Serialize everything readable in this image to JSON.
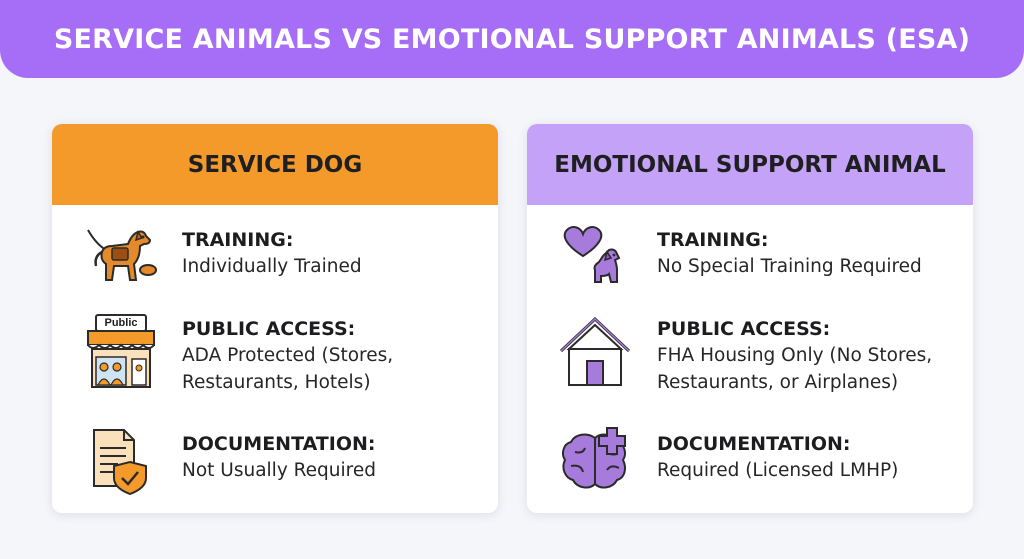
{
  "header": {
    "title": "SERVICE ANIMALS VS EMOTIONAL SUPPORT ANIMALS (ESA)"
  },
  "colors": {
    "banner": "#a66ef7",
    "service_accent": "#f39a2b",
    "esa_accent": "#c3a2f7"
  },
  "service": {
    "title": "SERVICE DOG",
    "rows": [
      {
        "icon": "service-dog-icon",
        "label": "TRAINING:",
        "value": "Individually Trained"
      },
      {
        "icon": "public-store-icon",
        "badge": "Public",
        "label": "PUBLIC ACCESS:",
        "value": "ADA Protected (Stores,\nRestaurants, Hotels)"
      },
      {
        "icon": "document-shield-icon",
        "label": "DOCUMENTATION:",
        "value": "Not Usually Required"
      }
    ]
  },
  "esa": {
    "title": "EMOTIONAL SUPPORT ANIMAL",
    "rows": [
      {
        "icon": "heart-dog-icon",
        "label": "TRAINING:",
        "value": "No Special Training Required"
      },
      {
        "icon": "house-icon",
        "label": "PUBLIC ACCESS:",
        "value": "FHA Housing Only (No Stores,\nRestaurants, or Airplanes)"
      },
      {
        "icon": "brain-plus-icon",
        "label": "DOCUMENTATION:",
        "value": "Required (Licensed LMHP)"
      }
    ]
  }
}
